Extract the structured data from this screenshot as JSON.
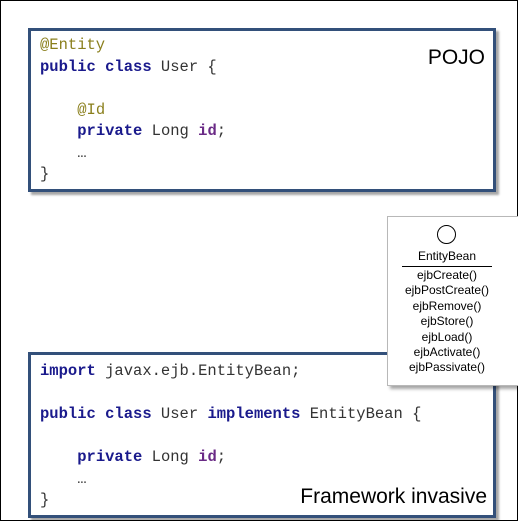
{
  "pojo_box": {
    "label": "POJO",
    "lines": [
      {
        "ann": "@Entity"
      },
      {
        "kw": "public class",
        "text": " User {"
      },
      {
        "text": ""
      },
      {
        "indent": "    ",
        "ann": "@Id"
      },
      {
        "indent": "    ",
        "kw": "private",
        "text": " Long ",
        "idf": "id",
        "tail": ";"
      },
      {
        "text": "    …"
      },
      {
        "text": "}"
      }
    ]
  },
  "framework_box": {
    "label": "Framework invasive",
    "lines": [
      {
        "kw": "import",
        "text": " javax.ejb.EntityBean;"
      },
      {
        "text": ""
      },
      {
        "kw": "public class",
        "text": " User ",
        "kw2": "implements",
        "tail": " EntityBean {"
      },
      {
        "text": ""
      },
      {
        "indent": "    ",
        "kw": "private",
        "text": " Long ",
        "idf": "id",
        "tail": ";"
      },
      {
        "text": "    …"
      },
      {
        "text": "}"
      }
    ]
  },
  "uml": {
    "name": "EntityBean",
    "methods": [
      "ejbCreate()",
      "ejbPostCreate()",
      "ejbRemove()",
      "ejbStore()",
      "ejbLoad()",
      "ejbActivate()",
      "ejbPassivate()"
    ]
  }
}
